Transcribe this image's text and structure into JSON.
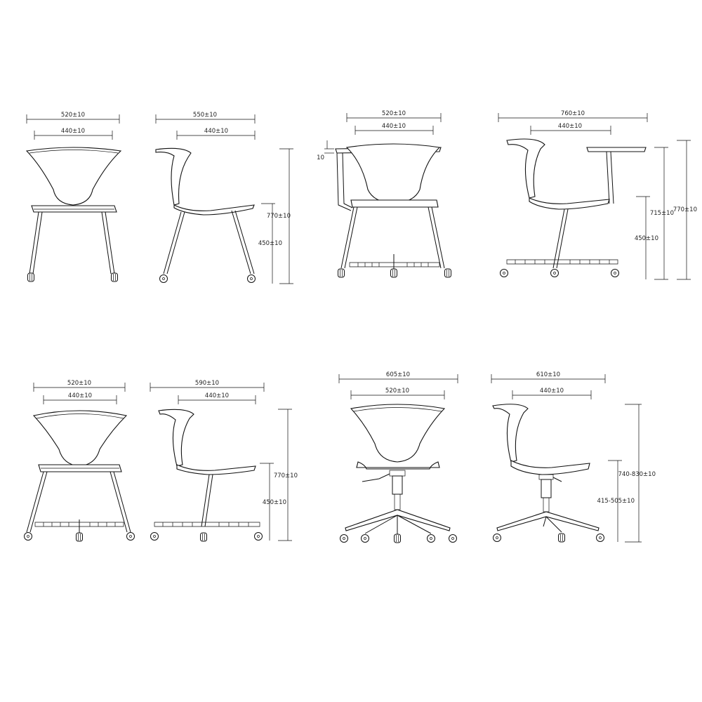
{
  "drawings": [
    {
      "id": "a-front",
      "dims": [
        "520±10",
        "440±10"
      ]
    },
    {
      "id": "a-side",
      "dims": [
        "550±10",
        "440±10",
        "770±10",
        "450±10"
      ]
    },
    {
      "id": "b-front",
      "dims": [
        "520±10",
        "440±10",
        "10"
      ]
    },
    {
      "id": "b-side",
      "dims": [
        "760±10",
        "440±10",
        "715±10",
        "770±10",
        "450±10"
      ]
    },
    {
      "id": "c-front",
      "dims": [
        "520±10",
        "440±10"
      ]
    },
    {
      "id": "c-side",
      "dims": [
        "590±10",
        "440±10",
        "770±10",
        "450±10"
      ]
    },
    {
      "id": "d-front",
      "dims": [
        "605±10",
        "520±10"
      ]
    },
    {
      "id": "d-side",
      "dims": [
        "610±10",
        "440±10",
        "740-830±10",
        "415-505±10"
      ]
    }
  ]
}
